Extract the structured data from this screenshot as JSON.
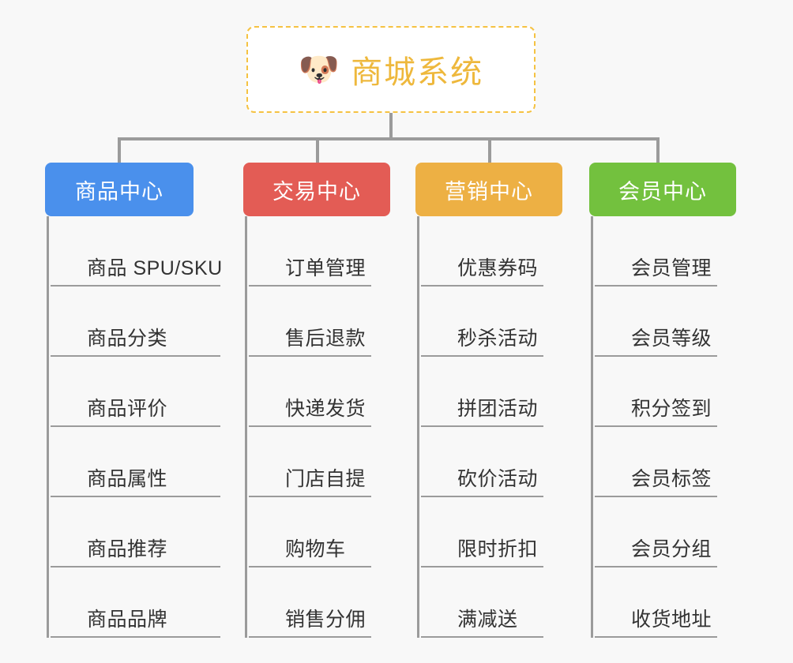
{
  "canvas": {
    "background_color": "#f8f8f8"
  },
  "root": {
    "title": "商城系统",
    "icon": "dog-face-emoji",
    "icon_glyph": "🐶",
    "text_color": "#eeb83c",
    "border_color": "#f5c242",
    "fill_color": "#ffffff"
  },
  "connector_color": "#9b9b9b",
  "branches": [
    {
      "label": "商品中心",
      "color": "#4a90ec",
      "items": [
        "商品 SPU/SKU",
        "商品分类",
        "商品评价",
        "商品属性",
        "商品推荐",
        "商品品牌"
      ]
    },
    {
      "label": "交易中心",
      "color": "#e35c55",
      "items": [
        "订单管理",
        "售后退款",
        "快递发货",
        "门店自提",
        "购物车",
        "销售分佣"
      ]
    },
    {
      "label": "营销中心",
      "color": "#edb044",
      "items": [
        "优惠券码",
        "秒杀活动",
        "拼团活动",
        "砍价活动",
        "限时折扣",
        "满减送"
      ]
    },
    {
      "label": "会员中心",
      "color": "#73c13e",
      "items": [
        "会员管理",
        "会员等级",
        "积分签到",
        "会员标签",
        "会员分组",
        "收货地址"
      ]
    }
  ]
}
